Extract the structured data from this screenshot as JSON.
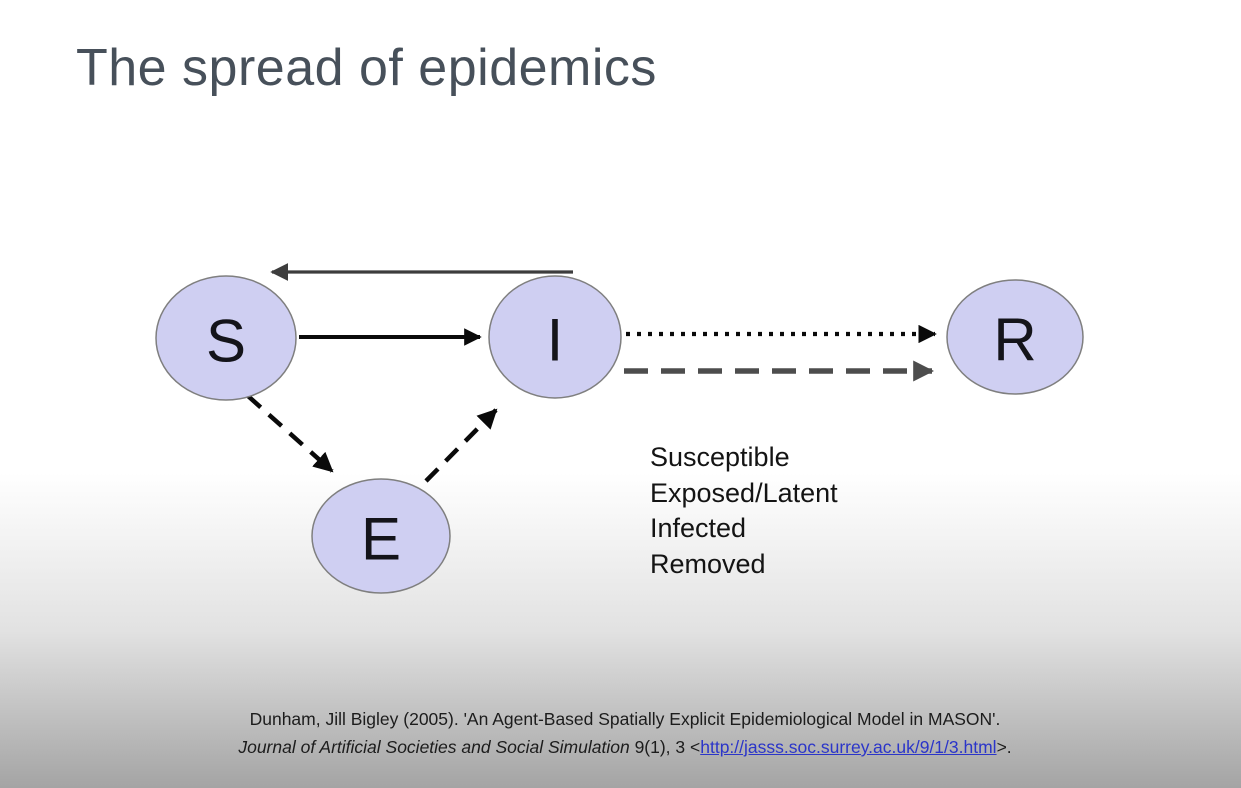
{
  "slide": {
    "title": "The spread of epidemics"
  },
  "diagram": {
    "nodes": {
      "S": "S",
      "I": "I",
      "R": "R",
      "E": "E"
    },
    "node_fill": "#cfcff2",
    "node_stroke": "#7f7f7f",
    "edges": [
      {
        "from": "I",
        "to": "S",
        "style": "solid"
      },
      {
        "from": "S",
        "to": "I",
        "style": "solid"
      },
      {
        "from": "I",
        "to": "R",
        "style": "dotted"
      },
      {
        "from": "I",
        "to": "R",
        "style": "dashed"
      },
      {
        "from": "S",
        "to": "E",
        "style": "dashed"
      },
      {
        "from": "E",
        "to": "I",
        "style": "dashed"
      }
    ],
    "legend": [
      "Susceptible",
      "Exposed/Latent",
      "Infected",
      "Removed"
    ]
  },
  "citation": {
    "line1": "Dunham, Jill Bigley (2005). 'An Agent-Based Spatially Explicit Epidemiological Model in MASON'.",
    "journal_italic": "Journal of Artificial Societies and Social Simulation",
    "issue": " 9(1), 3 <",
    "link_text": "http://jasss.soc.surrey.ac.uk/9/1/3.html",
    "suffix": ">.",
    "link_color": "#2b35c9"
  }
}
